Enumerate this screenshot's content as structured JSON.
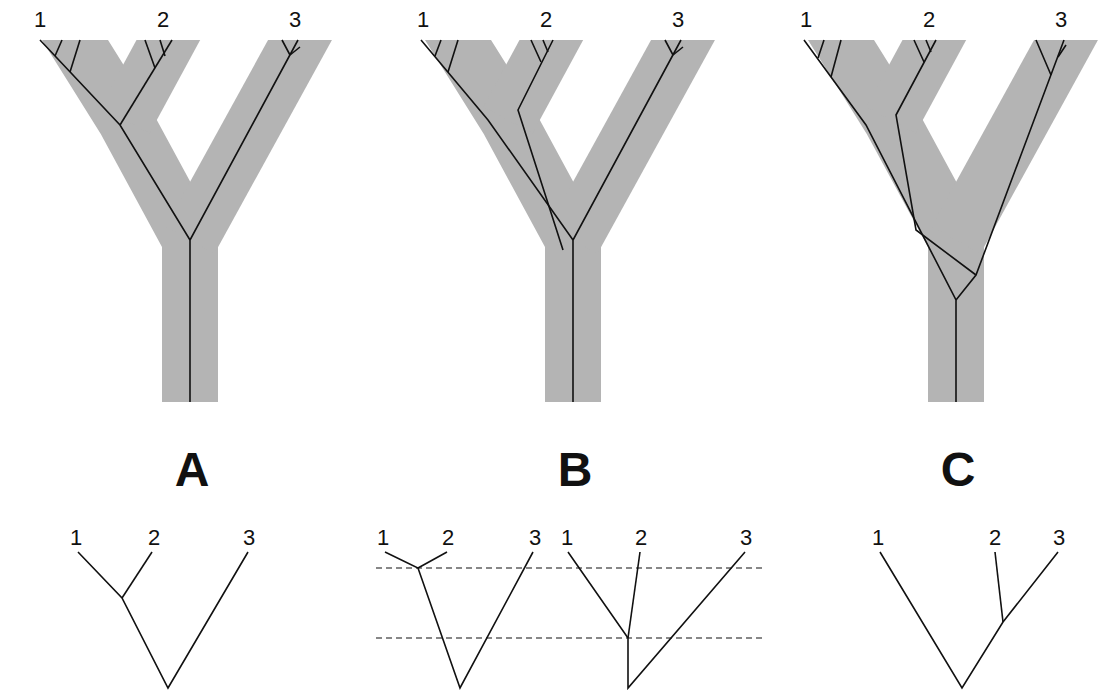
{
  "diagram": {
    "labels": [
      "1",
      "2",
      "3",
      "1",
      "2",
      "3",
      "1",
      "2",
      "3",
      "A",
      "B",
      "C",
      "1",
      "2",
      "3",
      "1",
      "2",
      "3",
      "1",
      "2",
      "3",
      "1",
      "2",
      "3"
    ]
  }
}
